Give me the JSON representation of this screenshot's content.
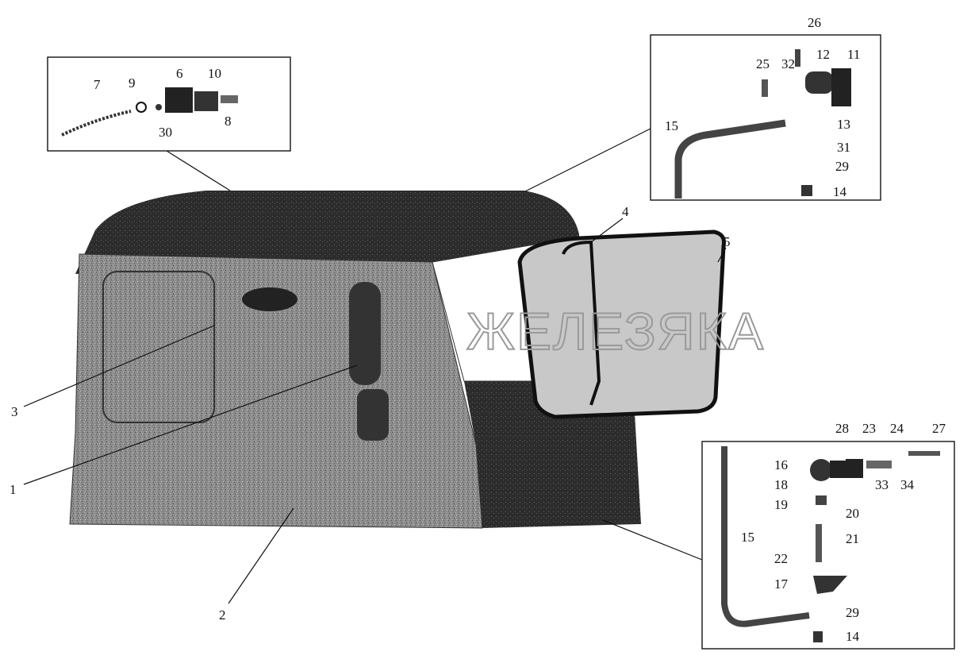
{
  "watermark": "ЖЕЛЕЗЯКА",
  "callouts": [
    "3",
    "1",
    "2",
    "4",
    "5",
    "7",
    "9",
    "6",
    "10",
    "30",
    "8",
    "26",
    "25",
    "32",
    "12",
    "11",
    "15",
    "13",
    "31",
    "29",
    "14",
    "28",
    "23",
    "24",
    "27",
    "16",
    "18",
    "19",
    "20",
    "15",
    "21",
    "22",
    "17",
    "29",
    "14",
    "33",
    "34"
  ],
  "colors": {
    "ink": "#111111",
    "cab_light": "#8a8a8a",
    "cab_dark": "#2a2a2a",
    "glass": "#c8c8c8"
  }
}
